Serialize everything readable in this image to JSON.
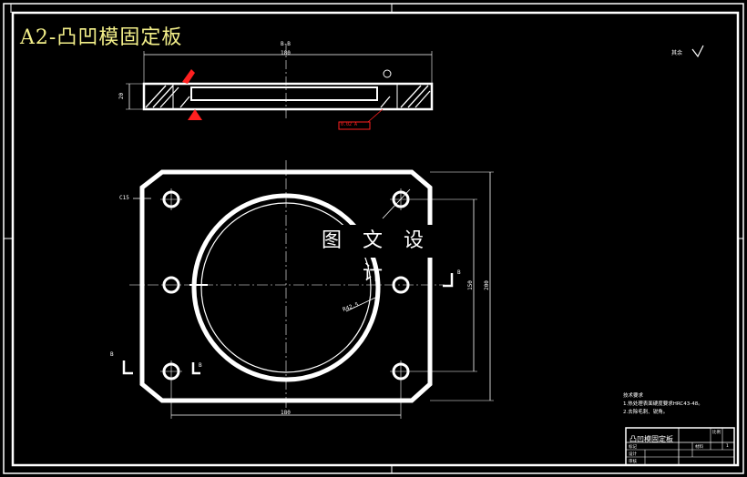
{
  "title": "A2-凸凹模固定板",
  "section_label": "B-B",
  "top_dim": "180",
  "side_dim": "20",
  "roughness_box": "0.02 A",
  "chamfer_label": "C15",
  "watermark": "图 文 设 计",
  "radius_label": "R42.5",
  "bottom_dim": "180",
  "right_dim": "150",
  "right_dim_outer": "200",
  "section_mark_left": "B",
  "section_mark_right": "B",
  "corner_note": "其余",
  "notes": {
    "title": "技术要求",
    "line1": "1.热处理表面硬度要求HRC43-48。",
    "line2": "2.去除毛刺、锐角。"
  },
  "title_block": {
    "name": "凸凹模固定板",
    "row1": "标记",
    "row2": "设计",
    "row3": "审核",
    "scale": "比例",
    "material": "材料",
    "sheet": "1"
  },
  "colors": {
    "line": "#ffffff",
    "accent": "#ff2020",
    "title": "#f4f08a",
    "background": "#000000"
  }
}
